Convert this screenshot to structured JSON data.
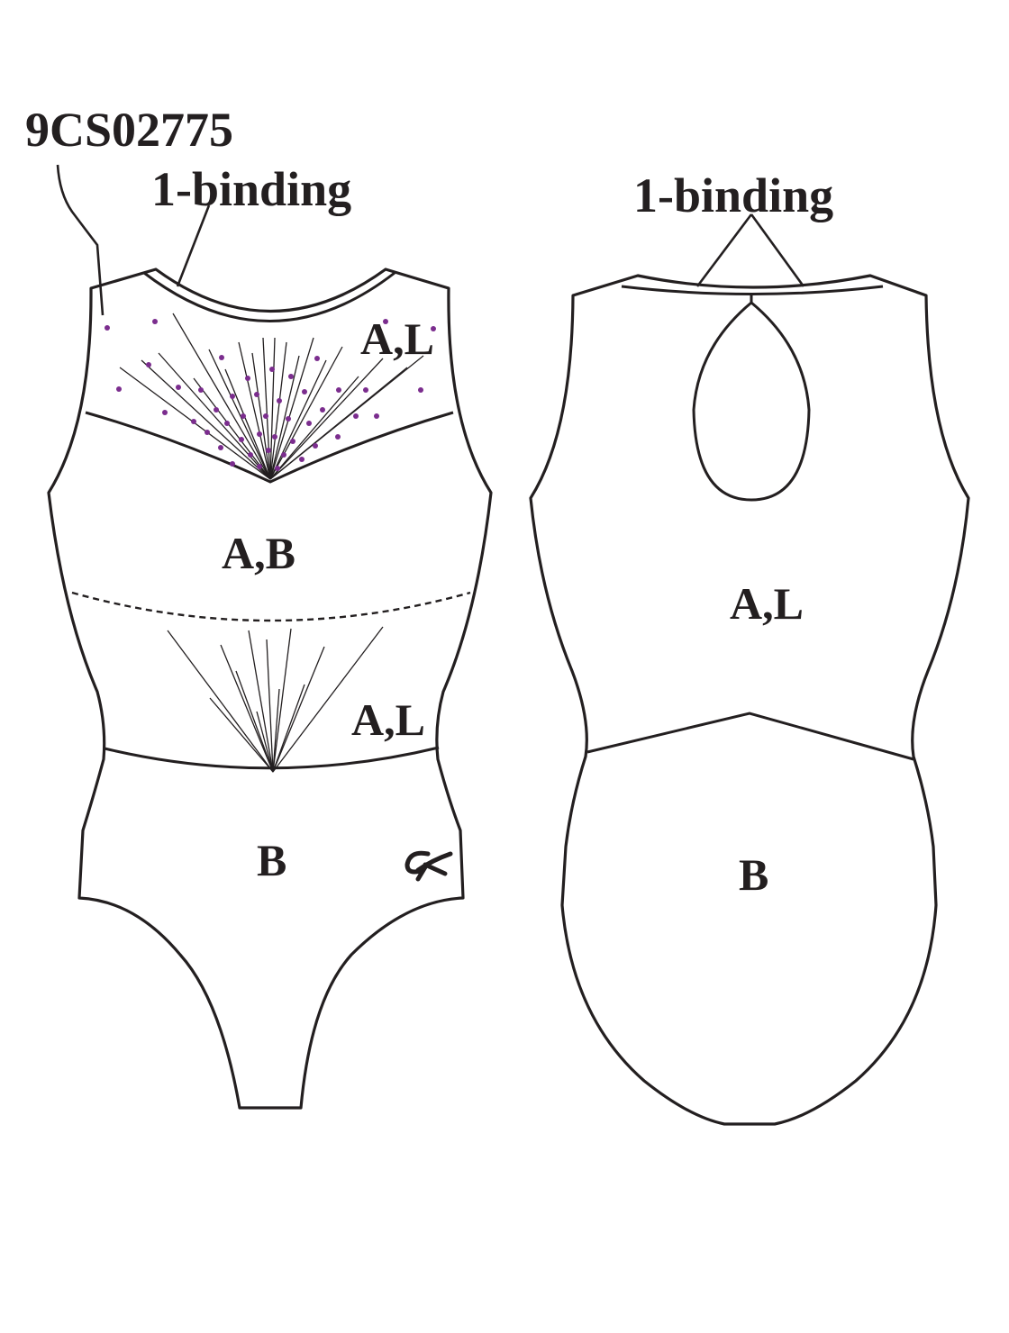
{
  "style_code": "9CS02775",
  "front": {
    "binding_label": "1-binding",
    "yoke_label": "A,L",
    "chest_label": "A,B",
    "waist_label": "A,L",
    "bottom_label": "B"
  },
  "back": {
    "binding_label": "1-binding",
    "upper_label": "A,L",
    "bottom_label": "B"
  },
  "logo": "GK",
  "colors": {
    "line": "#231f20",
    "rhinestone": "#7b2d8e",
    "background": "#ffffff"
  }
}
